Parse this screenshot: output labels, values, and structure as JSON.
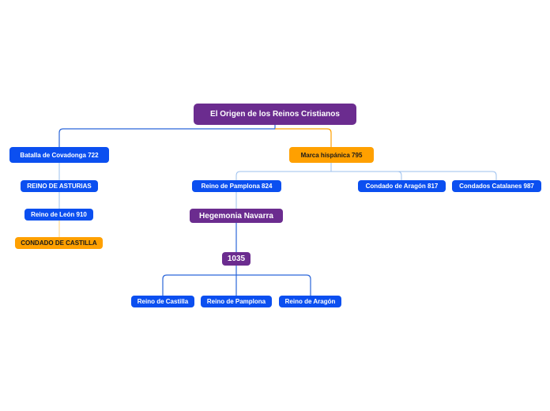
{
  "colors": {
    "root": "#6b2c8f",
    "blue_node": "#0b4ff0",
    "orange_node": "#ffa000",
    "blue_line": "#2b66d9",
    "orange_line": "#ffa000",
    "light_line": "#9cc0ee"
  },
  "mindmap": {
    "root": "El Origen de los Reinos Cristianos",
    "left_branch": {
      "main": "Batalla de Covadonga 722",
      "asturias": "REINO DE ASTURIAS",
      "leon": "Reino de León 910",
      "castilla": "CONDADO DE CASTILLA"
    },
    "right_branch": {
      "main": "Marca hispánica 795",
      "pamplona": "Reino de Pamplona 824",
      "aragon": "Condado de Aragón 817",
      "catalanes": "Condados Catalanes 987",
      "hegemonia": "Hegemonia Navarra",
      "year": "1035",
      "children": [
        "Reino de Castilla",
        "Reino de Pamplona",
        "Reino de Aragón"
      ]
    }
  }
}
